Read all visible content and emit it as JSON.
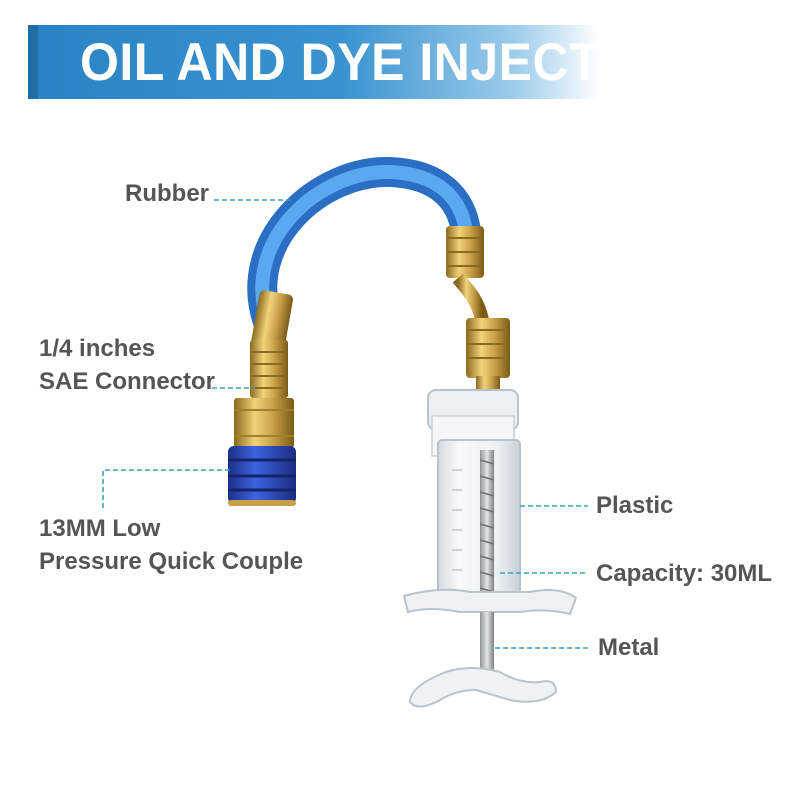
{
  "header": {
    "title": "OIL AND DYE INJECTOR"
  },
  "callouts": {
    "rubber": "Rubber",
    "sae_line1": "1/4 inches",
    "sae_line2": "SAE Connector",
    "coupler_line1": "13MM Low",
    "coupler_line2": "Pressure Quick Couple",
    "plastic": "Plastic",
    "capacity": "Capacity: 30ML",
    "metal": "Metal"
  },
  "colors": {
    "banner": "#2a83c4",
    "label_text": "#555555",
    "leader_line": "#3aa0b8",
    "hose": "#3b8fe0",
    "brass": "#c9a04a",
    "coupler_blue": "#2f4fc8"
  }
}
